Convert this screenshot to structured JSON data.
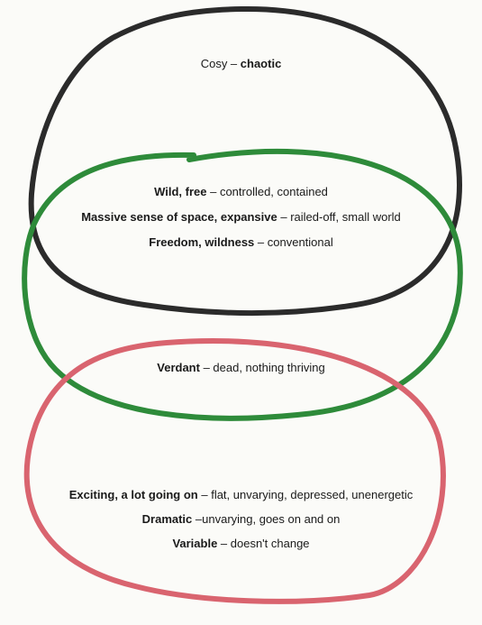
{
  "colors": {
    "loop_black": "#2b2b2b",
    "loop_green": "#2e8b3a",
    "loop_red": "#d9646f",
    "paper": "#fbfbf8"
  },
  "black_loop": {
    "lines": [
      {
        "bold_a": "",
        "plain": "Cosy – ",
        "bold_b": "chaotic"
      }
    ]
  },
  "green_loop": {
    "lines": [
      {
        "bold_a": "Wild, free",
        "plain": " – controlled, contained",
        "bold_b": ""
      },
      {
        "bold_a": "Massive sense of space, expansive",
        "plain": " – railed-off, small world",
        "bold_b": ""
      },
      {
        "bold_a": "Freedom, wildness",
        "plain": " – conventional",
        "bold_b": ""
      },
      {
        "bold_a": "Verdant",
        "plain": " – dead, nothing thriving",
        "bold_b": ""
      }
    ]
  },
  "red_loop": {
    "lines": [
      {
        "bold_a": "Exciting, a lot going on",
        "plain": " – flat, unvarying, depressed, unenergetic",
        "bold_b": ""
      },
      {
        "bold_a": "Dramatic",
        "plain": " –unvarying, goes on and on",
        "bold_b": ""
      },
      {
        "bold_a": "Variable",
        "plain": " – doesn't change",
        "bold_b": ""
      }
    ]
  }
}
